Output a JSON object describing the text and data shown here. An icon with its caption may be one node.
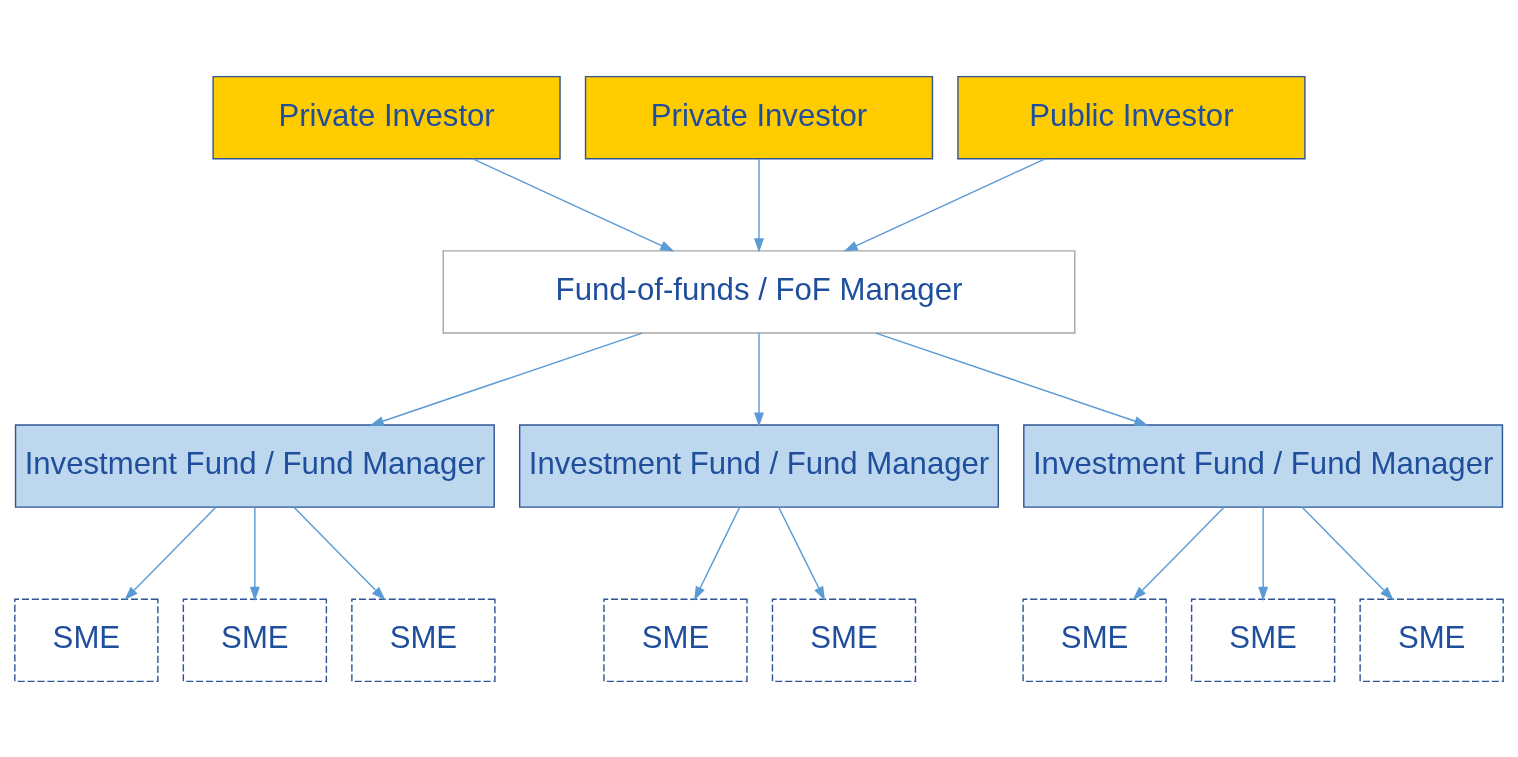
{
  "diagram": {
    "nodes": [
      {
        "text": [
          "Private Investor"
        ]
      },
      {
        "text": [
          "Private Investor"
        ]
      },
      {
        "text": [
          "Public Investor"
        ]
      },
      {
        "text": [
          "Fund-of-funds / FoF Manager"
        ]
      },
      {
        "text": [
          "Investment Fund / Fund Manager"
        ]
      },
      {
        "text": [
          "Investment Fund / Fund Manager"
        ]
      },
      {
        "text": [
          "Investment Fund / Fund Manager"
        ]
      },
      {
        "text": [
          "SME"
        ]
      },
      {
        "text": [
          "SME"
        ]
      },
      {
        "text": [
          "SME"
        ]
      },
      {
        "text": [
          "SME"
        ]
      },
      {
        "text": [
          "SME"
        ]
      },
      {
        "text": [
          "SME"
        ]
      },
      {
        "text": [
          "SME"
        ]
      },
      {
        "text": [
          "SME"
        ]
      }
    ],
    "edges": [
      {
        "from": 0,
        "to": 3,
        "arrow": "to"
      },
      {
        "from": 1,
        "to": 3,
        "arrow": "to"
      },
      {
        "from": 2,
        "to": 3,
        "arrow": "to"
      },
      {
        "from": 3,
        "to": 4,
        "arrow": "to"
      },
      {
        "from": 3,
        "to": 5,
        "arrow": "to"
      },
      {
        "from": 3,
        "to": 6,
        "arrow": "to"
      },
      {
        "from": 4,
        "to": 7,
        "arrow": "to"
      },
      {
        "from": 4,
        "to": 8,
        "arrow": "to"
      },
      {
        "from": 4,
        "to": 9,
        "arrow": "to"
      },
      {
        "from": 5,
        "to": 10,
        "arrow": "to"
      },
      {
        "from": 5,
        "to": 11,
        "arrow": "to"
      },
      {
        "from": 6,
        "to": 12,
        "arrow": "to"
      },
      {
        "from": 6,
        "to": 13,
        "arrow": "to"
      },
      {
        "from": 6,
        "to": 14,
        "arrow": "to"
      }
    ]
  }
}
